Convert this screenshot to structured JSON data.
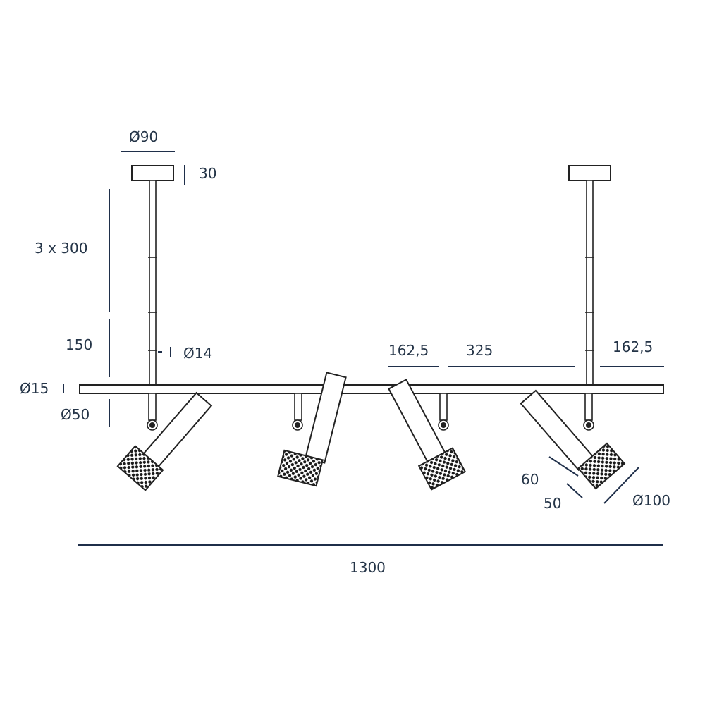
{
  "colors": {
    "dimension": "#1f2f4a",
    "text": "#243447",
    "outline": "#222222",
    "background": "#ffffff"
  },
  "labels": {
    "canopy_diameter": "Ø90",
    "canopy_height": "30",
    "rod_length": "3 x 300",
    "rod_short": "150",
    "rod_diameter": "Ø14",
    "bar_diameter": "Ø15",
    "joint_diameter": "Ø50",
    "spacing_left": "162,5",
    "spacing_middle": "325",
    "spacing_right": "162,5",
    "head_length": "60",
    "head_depth": "50",
    "head_diameter": "Ø100",
    "total_width": "1300"
  }
}
